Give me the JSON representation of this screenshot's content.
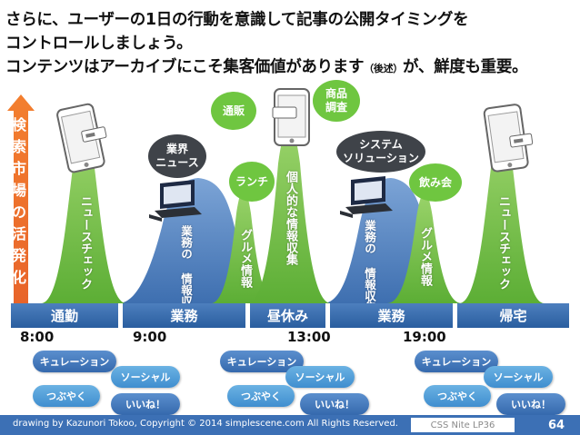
{
  "headline": {
    "line1": "さらに、ユーザーの1日の行動を意識して記事の公開タイミングを",
    "line2": "コントロールしましょう。",
    "line3a": "コンテンツはアーカイブにこそ集客価値があります",
    "line3b": "（後述）",
    "line3c": "が、鮮度も重要。"
  },
  "axis": {
    "label": "検索市場の活発化"
  },
  "colors": {
    "green": "#6fc640",
    "blue": "#4a7fc0",
    "dark": "#3f4349",
    "arrow": "#f07a2a"
  },
  "peaks": {
    "news_morning": "ニュースチェック",
    "work_am": "業務の\n情報収集",
    "gourmet_noon": "グルメ情報",
    "personal": "個人的な情報収集",
    "work_pm": "業務の\n情報収集",
    "gourmet_evening": "グルメ情報",
    "news_evening": "ニュースチェック"
  },
  "bubbles": {
    "industry_news": "業界\nニュース",
    "lunch": "ランチ",
    "mail_order": "通販",
    "products": "商品\n調査",
    "system": "システム\nソリューション",
    "drinks": "飲み会"
  },
  "device_icons": {
    "phone": "smartphone-icon",
    "laptop": "laptop-icon"
  },
  "schedule": [
    "通勤",
    "業務",
    "昼休み",
    "業務",
    "帰宅"
  ],
  "times": [
    "8:00",
    "9:00",
    "13:00",
    "19:00"
  ],
  "social": {
    "curation": "キュレーション",
    "social": "ソーシャル",
    "tweet": "つぶやく",
    "like": "いいね！"
  },
  "footer": {
    "credit": "drawing by Kazunori Tokoo, Copyright © 2014 simplescene.com All Rights Reserved.",
    "event": "CSS Nite LP36",
    "page": "64"
  }
}
